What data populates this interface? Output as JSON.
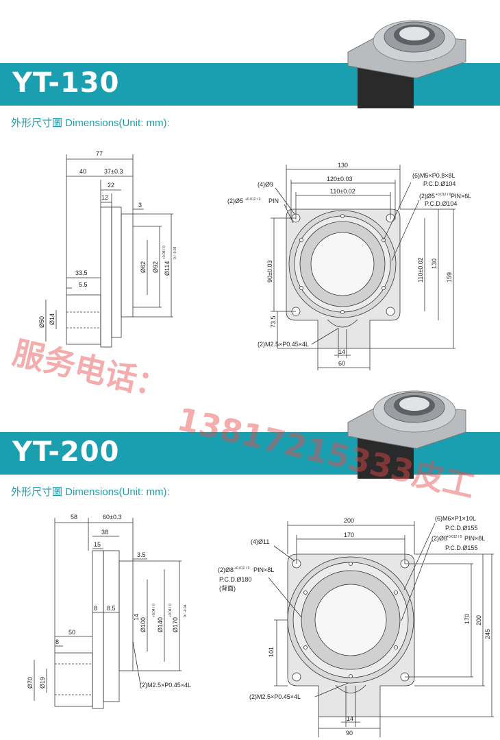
{
  "sections": [
    {
      "model": "YT-130",
      "subtitle": "外形尺寸圖 Dimensions(Unit: mm):",
      "side": {
        "d77": "77",
        "d40": "40",
        "d37": "37±0.3",
        "d22": "22",
        "d12": "12",
        "d3": "3",
        "d33": "33.5",
        "d55": "5.5",
        "o50": "Ø50",
        "o14": "Ø14",
        "o62": "Ø62",
        "o92": "Ø92",
        "o92tol": "+0.08 / 0",
        "o114": "Ø114",
        "o114tol": "0 / -0.03"
      },
      "front": {
        "w130": "130",
        "w120": "120±0.03",
        "w110": "110±0.02",
        "hole9": "(4)Ø9",
        "pin5": "(2)Ø5",
        "pin5tol": "+0.012 / 0",
        "pin5label": "PIN",
        "m5": "(6)M5×P0.8×8L",
        "pcd104a": "P.C.D.Ø104",
        "pin5r": "(2)Ø5",
        "pin5rtol": "+0.012 / 0",
        "pin5rlabel": "PIN×6L",
        "pcd104b": "P.C.D.Ø104",
        "h90": "90±0.03",
        "h73": "73.5",
        "h110": "110±0.02",
        "h130": "130",
        "h159": "159",
        "m25": "(2)M2.5×P0.45×4L",
        "w14": "14",
        "w60": "60"
      }
    },
    {
      "model": "YT-200",
      "subtitle": "外形尺寸圖 Dimensions(Unit: mm):",
      "side": {
        "d58": "58",
        "d60": "60±0.3",
        "d38": "38",
        "d15": "15",
        "d35": "3.5",
        "d8a": "8",
        "d85": "8.5",
        "d50": "50",
        "d8b": "8",
        "o70": "Ø70",
        "o19": "Ø19",
        "o14": "14",
        "o100": "Ø100",
        "o100tol": "+0.04 / 0",
        "o140": "Ø140",
        "o140tol": "+0.04 / 0",
        "o170": "Ø170",
        "o170tol": "0 / -0.04",
        "m25": "(2)M2.5×P0.45×4L"
      },
      "front": {
        "w200": "200",
        "w170": "170",
        "hole11": "(4)Ø11",
        "m6": "(6)M6×P1×10L",
        "pcd155a": "P.C.D.Ø155",
        "pin8r": "(2)Ø8",
        "pin8rtol": "+0.012 / 0",
        "pin8rlabel": "PIN×8L",
        "pcd155b": "P.C.D.Ø155",
        "pin8l": "(2)Ø8",
        "pin8ltol": "+0.012 / 0",
        "pin8llabel": "PIN×8L",
        "pcd180": "P.C.D.Ø180",
        "back": "(背面)",
        "h101": "101",
        "h170": "170",
        "h200": "200",
        "h245": "245",
        "m25": "(2)M2.5×P0.45×4L",
        "w14": "14",
        "w90": "90"
      }
    }
  ],
  "watermark": {
    "line1": "服务电话：",
    "line2": "13817215333皮工"
  },
  "colors": {
    "banner": "#1a9fb0",
    "subtitle": "#1a9fb0",
    "line": "#333333",
    "watermark": "#e64646"
  }
}
